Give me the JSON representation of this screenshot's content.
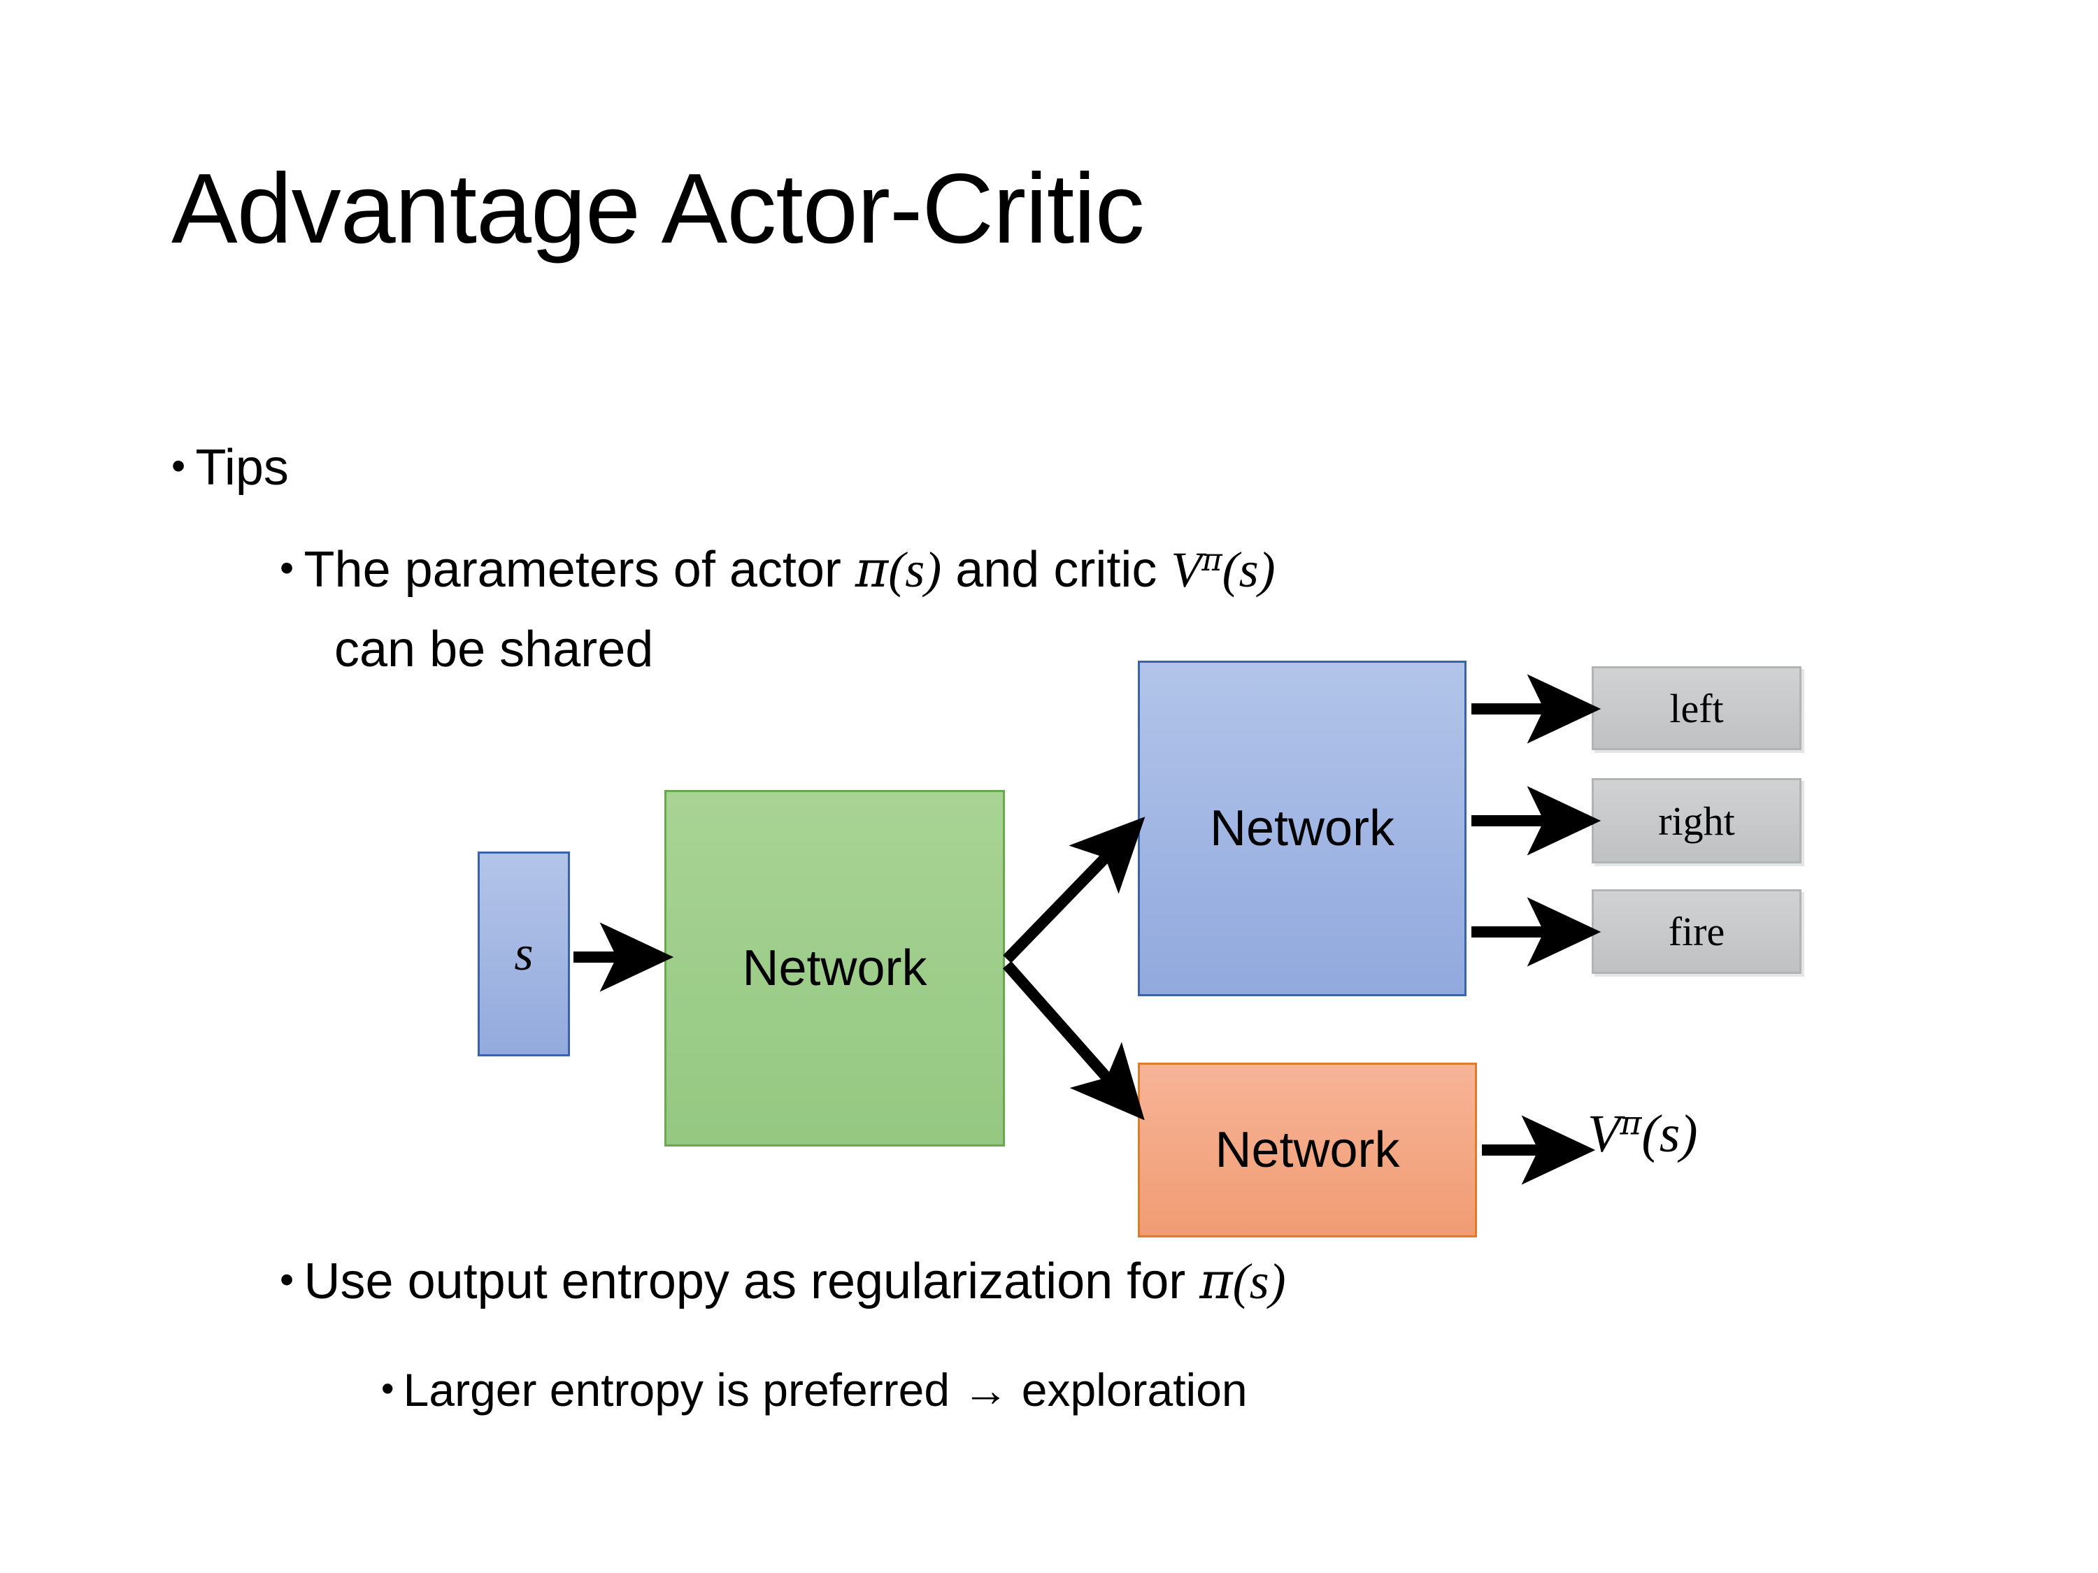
{
  "slide": {
    "title": "Advantage Actor-Critic",
    "background_color": "#ffffff"
  },
  "bullets": {
    "tips": {
      "marker": "•",
      "text": "Tips"
    },
    "shared_params": {
      "marker": "•",
      "line1_prefix": "The parameters of actor ",
      "line1_math1_base": "π",
      "line1_math1_arg": "(s)",
      "line1_middle": "  and critic ",
      "line1_math2_base": "V",
      "line1_math2_sup": "π",
      "line1_math2_arg": "(s)",
      "line2": "can be shared"
    },
    "entropy": {
      "marker": "•",
      "prefix": "Use output entropy as regularization for ",
      "math_base": "π",
      "math_arg": "(s)"
    },
    "exploration": {
      "marker": "•",
      "text": "Larger entropy is preferred → exploration"
    }
  },
  "diagram": {
    "input_box": {
      "label": "s",
      "fill": "#9db3e0",
      "border": "#3a63ad"
    },
    "shared_network": {
      "label": "Network",
      "fill": "#9ecd89",
      "border": "#6aa84f"
    },
    "actor_network": {
      "label": "Network",
      "fill": "#a2b7e4",
      "border": "#3a63ad"
    },
    "critic_network": {
      "label": "Network",
      "fill": "#f3a985",
      "border": "#e07b2c"
    },
    "actor_outputs": [
      {
        "label": "left",
        "fill": "#c6c8c9"
      },
      {
        "label": "right",
        "fill": "#c6c8c9"
      },
      {
        "label": "fire",
        "fill": "#c6c8c9"
      }
    ],
    "critic_output": {
      "base": "V",
      "sup": "π",
      "arg": "(s)"
    },
    "arrow_color": "#000000"
  }
}
